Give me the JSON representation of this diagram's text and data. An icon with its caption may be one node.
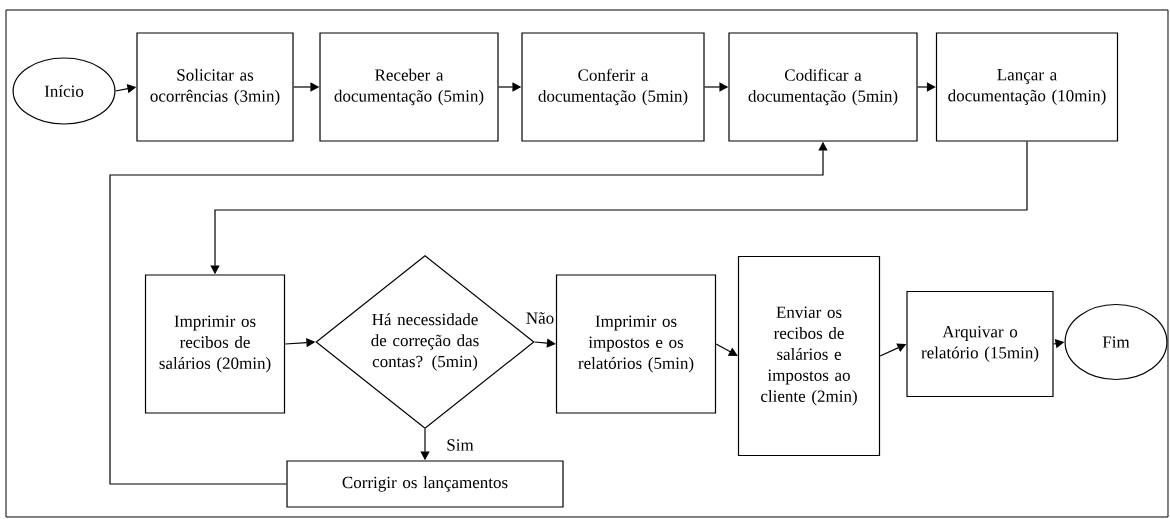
{
  "diagram": {
    "nodes": [
      {
        "text": [
          "Início"
        ]
      },
      {
        "text": [
          "Solicitar as ocorrências (3min)"
        ]
      },
      {
        "text": [
          "Receber a documentação (5min)"
        ]
      },
      {
        "text": [
          "Conferir a documentação (5min)"
        ]
      },
      {
        "text": [
          "Codificar a documentação (5min)"
        ]
      },
      {
        "text": [
          "Lançar a documentação (10min)"
        ]
      },
      {
        "text": [
          "Imprimir os recibos de salários (20min)"
        ]
      },
      {
        "text": [
          "Há necessidade de correção das contas? (5min)"
        ]
      },
      {
        "text": [
          "Imprimir os impostos e os relatórios (5min)"
        ]
      },
      {
        "text": [
          "Enviar os recibos de salários e impostos ao cliente (2min)"
        ]
      },
      {
        "text": [
          "Arquivar o relatório (15min)"
        ]
      },
      {
        "text": [
          "Fim"
        ]
      },
      {
        "text": [
          "Corrigir os lançamentos"
        ]
      }
    ],
    "edges": [
      {
        "from": 0,
        "to": 1,
        "arrow": "to"
      },
      {
        "from": 1,
        "to": 2,
        "arrow": "to"
      },
      {
        "from": 2,
        "to": 3,
        "arrow": "to"
      },
      {
        "from": 3,
        "to": 4,
        "arrow": "to"
      },
      {
        "from": 4,
        "to": 5,
        "arrow": "to"
      },
      {
        "from": 5,
        "to": 6,
        "arrow": "to"
      },
      {
        "from": 6,
        "to": 7,
        "arrow": "to"
      },
      {
        "from": 7,
        "to": 8,
        "arrow": "to",
        "label": "Não"
      },
      {
        "from": 8,
        "to": 9,
        "arrow": "to"
      },
      {
        "from": 9,
        "to": 10,
        "arrow": "to"
      },
      {
        "from": 10,
        "to": 11,
        "arrow": "to"
      },
      {
        "from": 7,
        "to": 12,
        "arrow": "to",
        "label": "Sim"
      },
      {
        "from": 12,
        "to": 4,
        "arrow": "to"
      }
    ]
  }
}
